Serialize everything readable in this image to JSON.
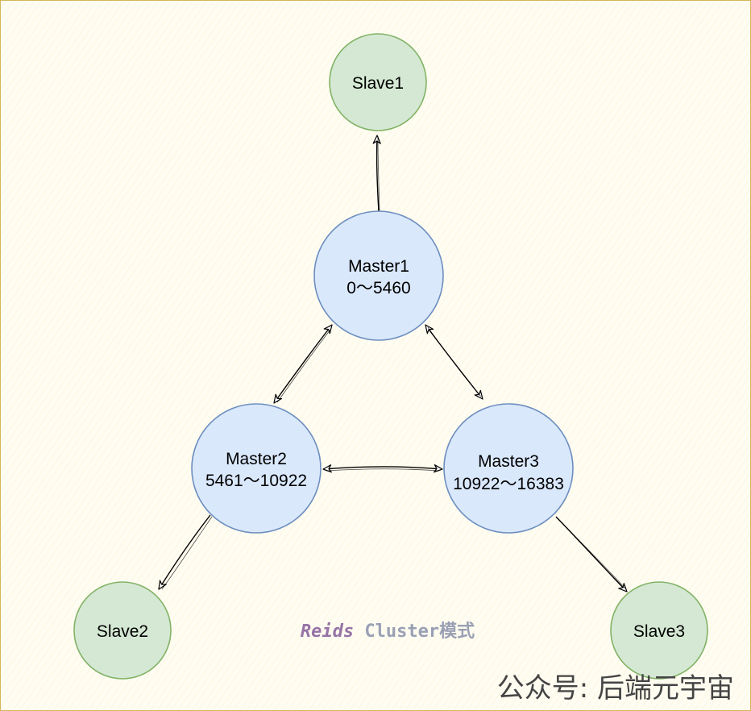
{
  "colors": {
    "slave_fill": "#d5e8d4",
    "slave_stroke": "#82b366",
    "master_fill": "#dae8fc",
    "master_stroke": "#6c8ebf",
    "edge": "#000000",
    "caption_italic": "#9673a6",
    "caption_plain": "#9aa0b4",
    "watermark": "#444444"
  },
  "nodes": {
    "slave1": {
      "label": "Slave1"
    },
    "slave2": {
      "label": "Slave2"
    },
    "slave3": {
      "label": "Slave3"
    },
    "master1": {
      "name": "Master1",
      "range": "0～5460"
    },
    "master2": {
      "name": "Master2",
      "range": "5461～10922"
    },
    "master3": {
      "name": "Master3",
      "range": "10922～16383"
    }
  },
  "edges": [
    {
      "from": "master1",
      "to": "slave1",
      "direction": "forward"
    },
    {
      "from": "master2",
      "to": "slave2",
      "direction": "forward"
    },
    {
      "from": "master3",
      "to": "slave3",
      "direction": "forward"
    },
    {
      "from": "master1",
      "to": "master2",
      "direction": "both"
    },
    {
      "from": "master1",
      "to": "master3",
      "direction": "both"
    },
    {
      "from": "master2",
      "to": "master3",
      "direction": "both"
    }
  ],
  "caption": {
    "italic_part": "Reids",
    "plain_part": " Cluster模式"
  },
  "watermark": {
    "text": "公众号: 后端元宇宙"
  }
}
